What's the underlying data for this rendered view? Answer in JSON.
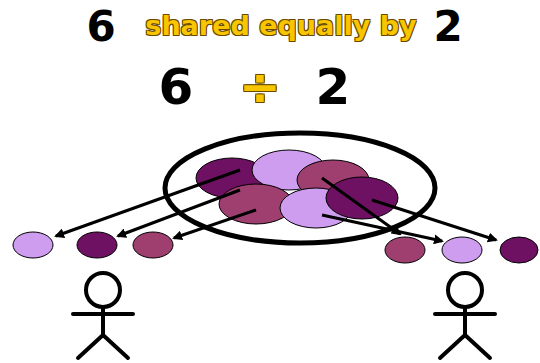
{
  "diagram": {
    "labels": [
      "6",
      "shared equally by",
      "2",
      "6",
      "÷",
      "2"
    ]
  }
}
